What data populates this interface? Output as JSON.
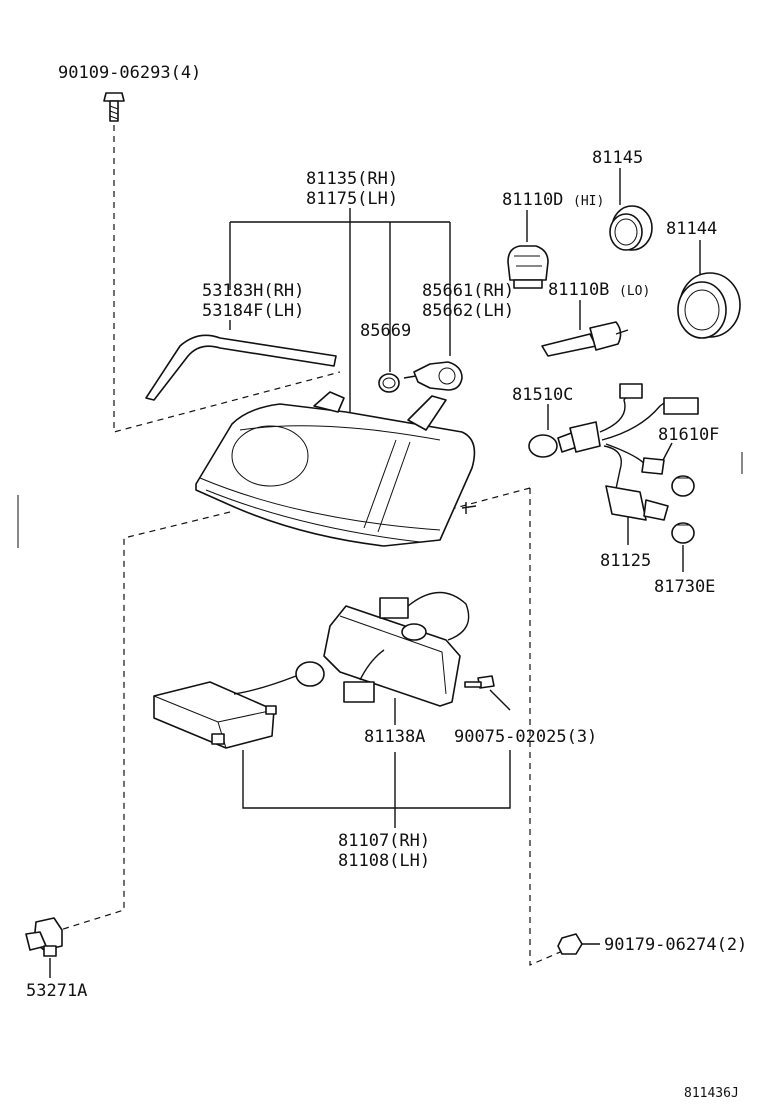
{
  "labels": {
    "screw_top": "90109-06293(4)",
    "housing_rh": "81135(RH)",
    "housing_lh": "81175(LH)",
    "bulb_hi": "81110D",
    "bulb_hi_note": "(HI)",
    "cap_81145": "81145",
    "cap_81144": "81144",
    "seal_rh": "53183H(RH)",
    "seal_lh": "53184F(LH)",
    "socket_rh": "85661(RH)",
    "socket_lh": "85662(LH)",
    "bulb_lo": "81110B",
    "bulb_lo_note": "(LO)",
    "ring_85669": "85669",
    "bulb_81510c": "81510C",
    "bulb_81610f": "81610F",
    "socket_81125": "81125",
    "bulb_81730e": "81730E",
    "bracket_81138a": "81138A",
    "screw_mid": "90075-02025(3)",
    "ballast_rh": "81107(RH)",
    "ballast_lh": "81108(LH)",
    "clip": "53271A",
    "nut_bottom": "90179-06274(2)",
    "diagram_code": "811436J"
  }
}
